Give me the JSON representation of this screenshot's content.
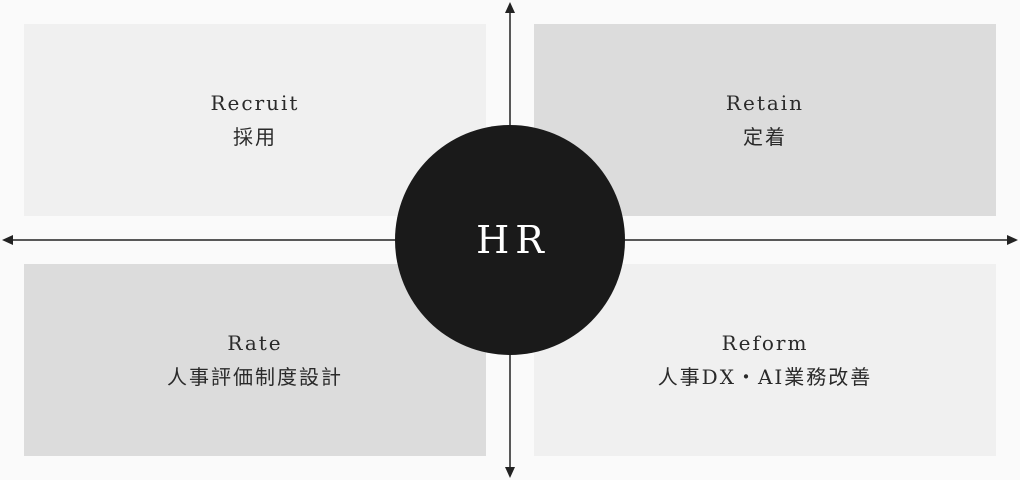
{
  "center": {
    "label": "HR"
  },
  "quadrants": {
    "top_left": {
      "en": "Recruit",
      "jp": "採用"
    },
    "top_right": {
      "en": "Retain",
      "jp": "定着"
    },
    "bottom_left": {
      "en": "Rate",
      "jp": "人事評価制度設計"
    },
    "bottom_right": {
      "en": "Reform",
      "jp": "人事DX・AI業務改善"
    }
  },
  "colors": {
    "background": "#fafafa",
    "quadrant_light": "#f0f0f0",
    "quadrant_dark": "#dcdcdc",
    "hub": "#1a1a1a",
    "hub_text": "#ffffff",
    "axis": "#222222",
    "text": "#2a2a2a"
  }
}
